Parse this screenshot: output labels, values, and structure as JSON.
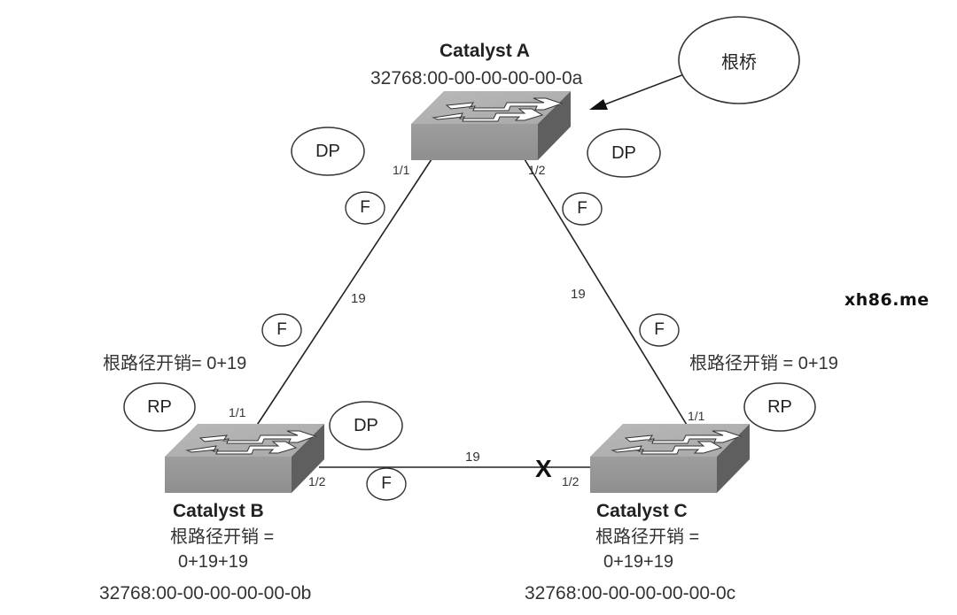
{
  "switches": {
    "a": {
      "name": "Catalyst A",
      "bridge_id": "32768:00-00-00-00-00-0a",
      "ports": {
        "p1": "1/1",
        "p2": "1/2"
      },
      "root_label": "根桥"
    },
    "b": {
      "name": "Catalyst B",
      "bridge_id": "32768:00-00-00-00-00-0b",
      "ports": {
        "p1": "1/1",
        "p2": "1/2"
      },
      "root_path_cost_line1": "根路径开销 =",
      "root_path_cost_line2": "0+19+19",
      "port_root_cost": "根路径开销= 0+19"
    },
    "c": {
      "name": "Catalyst C",
      "bridge_id": "32768:00-00-00-00-00-0c",
      "ports": {
        "p1": "1/1",
        "p2": "1/2"
      },
      "root_path_cost_line1": "根路径开销 =",
      "root_path_cost_line2": "0+19+19",
      "port_root_cost": "根路径开销 = 0+19"
    }
  },
  "links": {
    "a_b": {
      "cost": "19"
    },
    "a_c": {
      "cost": "19"
    },
    "b_c": {
      "cost": "19",
      "blocked_marker": "X"
    }
  },
  "port_roles": {
    "a_p1": "DP",
    "a_p2": "DP",
    "b_p1": "RP",
    "b_p2": "DP",
    "c_p1": "RP"
  },
  "port_states": {
    "a_p1": "F",
    "a_p2": "F",
    "b_p1": "F",
    "c_p1": "F",
    "b_p2": "F"
  },
  "watermark": "xh86.me"
}
